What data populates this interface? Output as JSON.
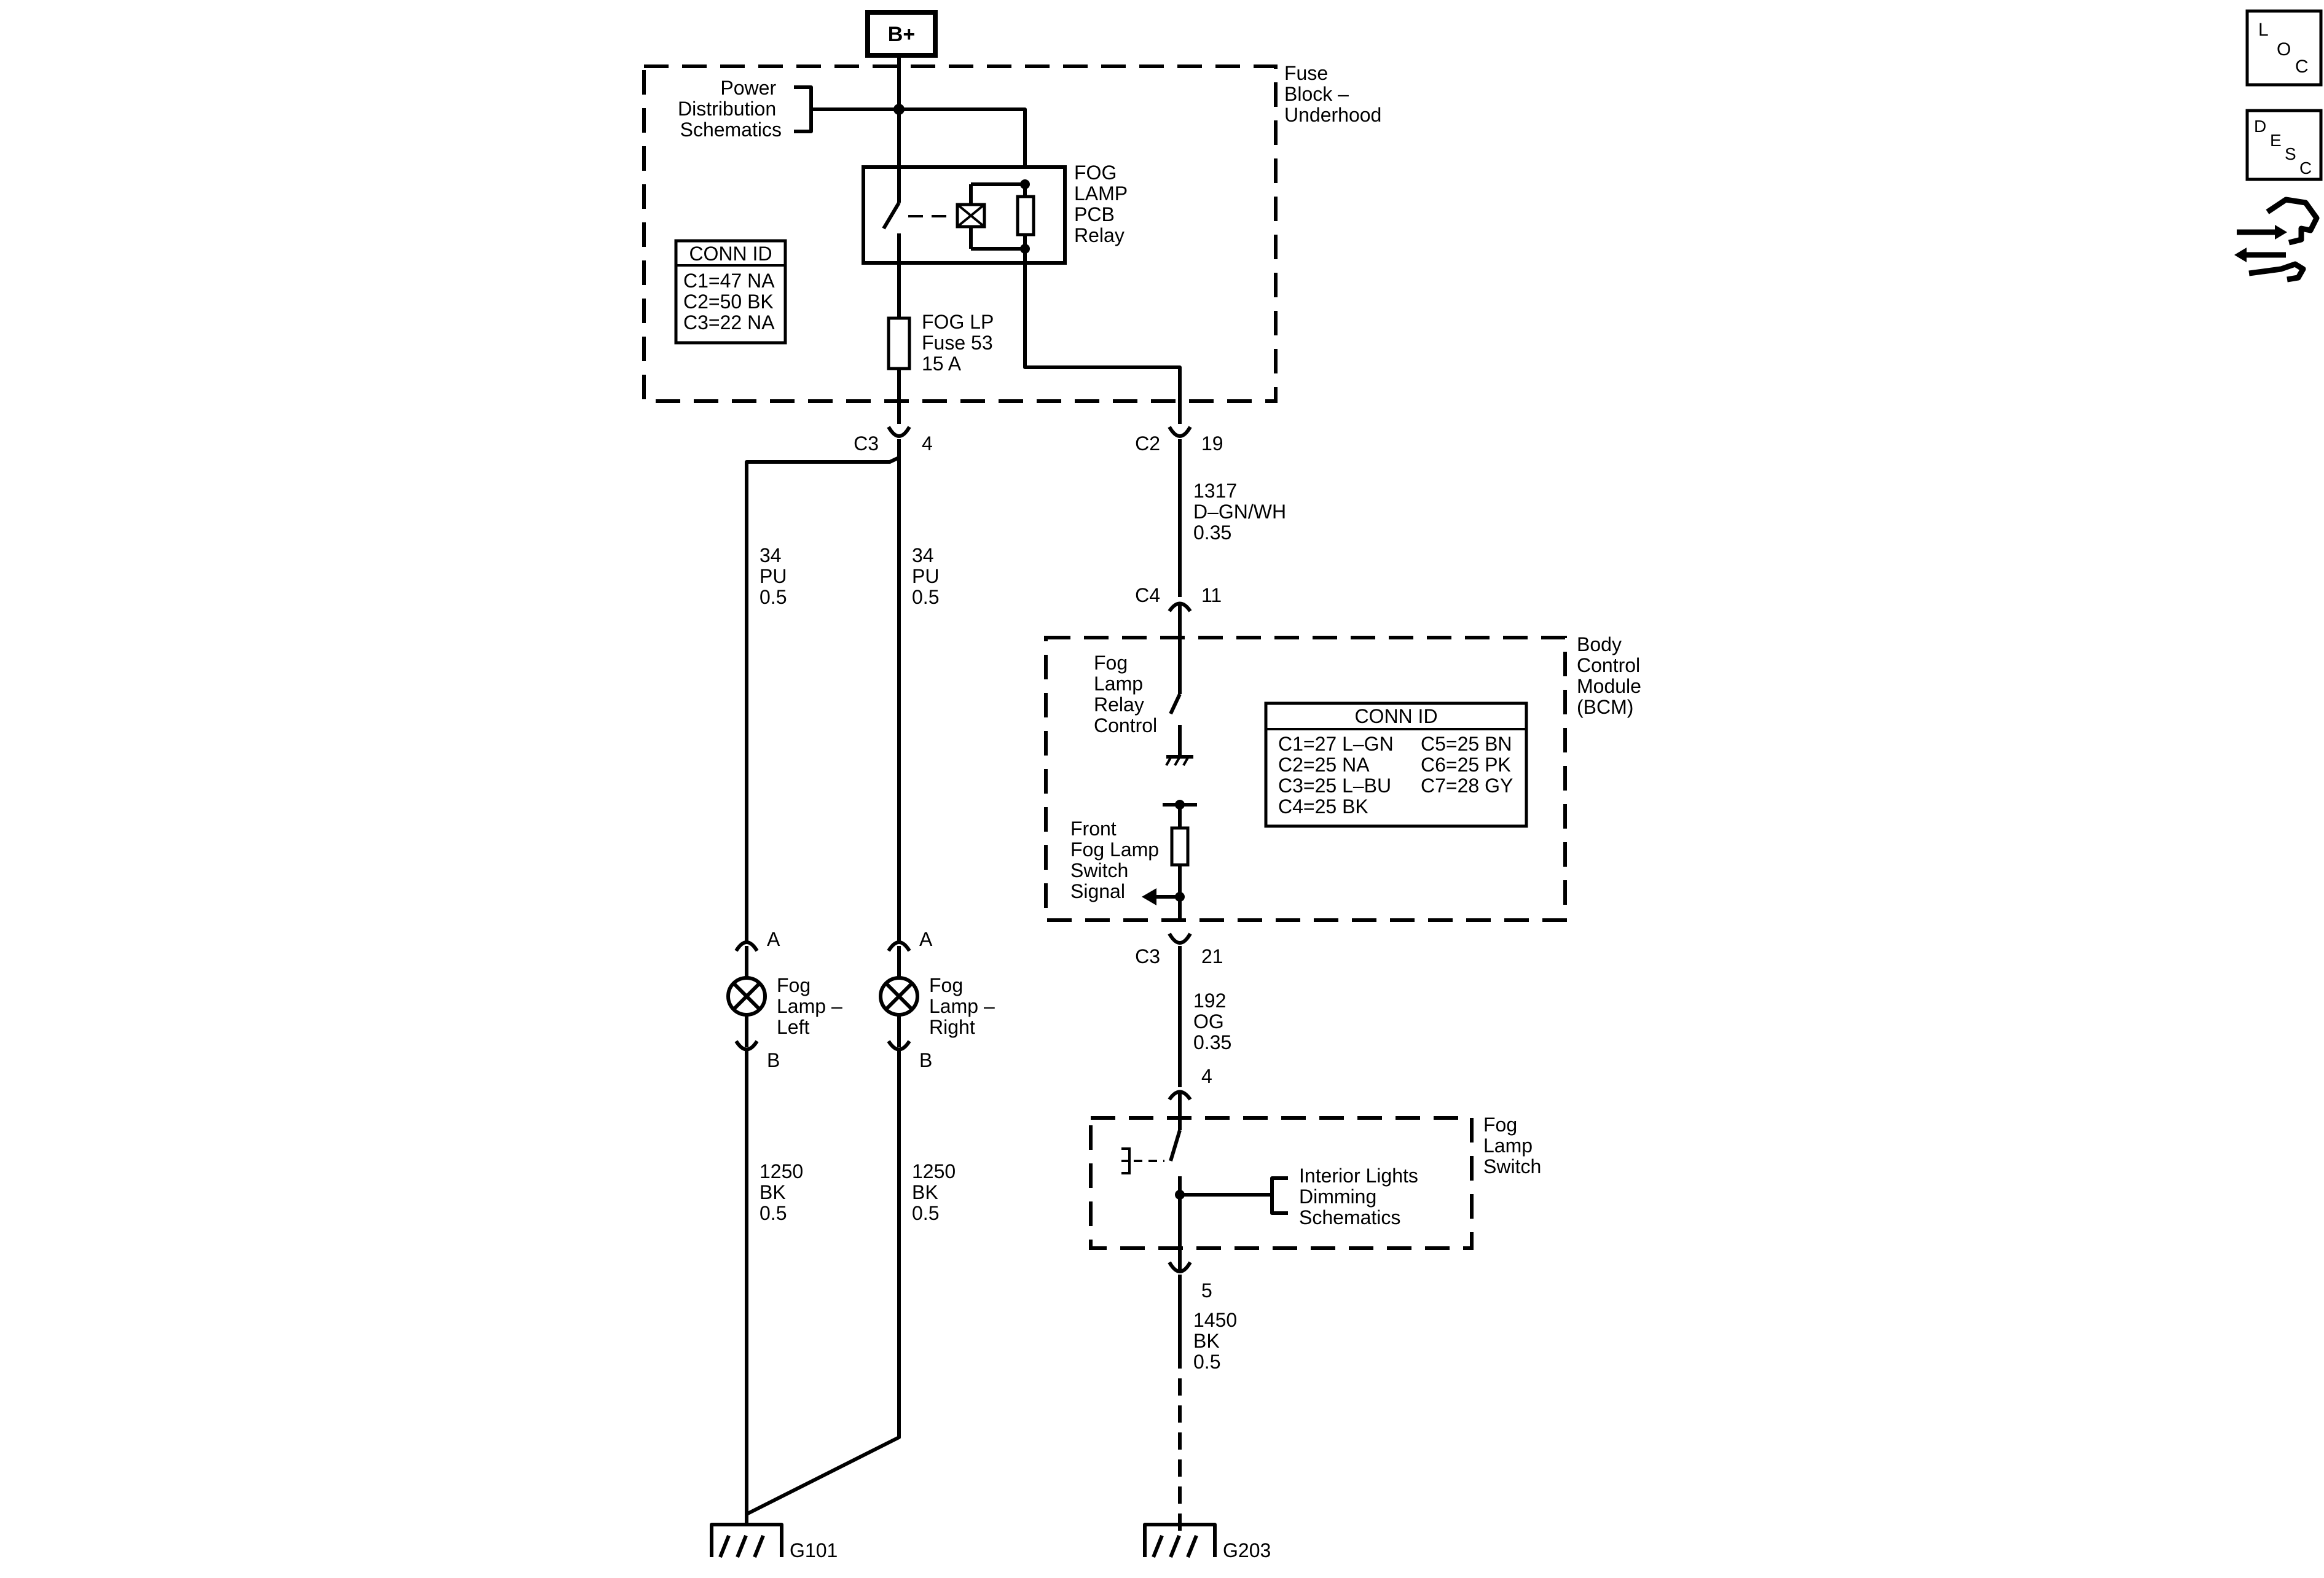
{
  "power": {
    "b_plus": "B+"
  },
  "fuse_block": {
    "title_lines": [
      "Fuse",
      "Block –",
      "Underhood"
    ],
    "power_dist_lines": [
      "Power",
      "Distribution",
      "Schematics"
    ],
    "relay_lines": [
      "FOG",
      "LAMP",
      "PCB",
      "Relay"
    ],
    "fuse_lines": [
      "FOG LP",
      "Fuse 53",
      "15 A"
    ],
    "conn_id": {
      "header": "CONN ID",
      "rows": [
        "C1=47 NA",
        "C2=50 BK",
        "C3=22 NA"
      ]
    }
  },
  "connectors": {
    "fb_c3": {
      "name": "C3",
      "pin": "4"
    },
    "fb_c2": {
      "name": "C2",
      "pin": "19"
    },
    "bcm_c4": {
      "name": "C4",
      "pin": "11"
    },
    "bcm_c3": {
      "name": "C3",
      "pin": "21"
    },
    "sw_in": {
      "pin": "4"
    },
    "sw_out": {
      "pin": "5"
    }
  },
  "wires": {
    "pu_left": [
      "34",
      "PU",
      "0.5"
    ],
    "pu_right": [
      "34",
      "PU",
      "0.5"
    ],
    "dgn": [
      "1317",
      "D–GN/WH",
      "0.35"
    ],
    "og": [
      "192",
      "OG",
      "0.35"
    ],
    "bk_left": [
      "1250",
      "BK",
      "0.5"
    ],
    "bk_right": [
      "1250",
      "BK",
      "0.5"
    ],
    "bk_switch": [
      "1450",
      "BK",
      "0.5"
    ]
  },
  "bcm": {
    "title_lines": [
      "Body",
      "Control",
      "Module",
      "(BCM)"
    ],
    "relay_control_lines": [
      "Fog",
      "Lamp",
      "Relay",
      "Control"
    ],
    "switch_signal_lines": [
      "Front",
      "Fog Lamp",
      "Switch",
      "Signal"
    ],
    "conn_id": {
      "header": "CONN ID",
      "left": [
        "C1=27 L–GN",
        "C2=25 NA",
        "C3=25 L–BU",
        "C4=25 BK"
      ],
      "right": [
        "C5=25 BN",
        "C6=25 PK",
        "C7=28 GY"
      ]
    }
  },
  "lamps": {
    "left": {
      "label_lines": [
        "Fog",
        "Lamp –",
        "Left"
      ],
      "pin_a": "A",
      "pin_b": "B"
    },
    "right": {
      "label_lines": [
        "Fog",
        "Lamp –",
        "Right"
      ],
      "pin_a": "A",
      "pin_b": "B"
    }
  },
  "switch": {
    "title_lines": [
      "Fog",
      "Lamp",
      "Switch"
    ],
    "dimming_lines": [
      "Interior Lights",
      "Dimming",
      "Schematics"
    ]
  },
  "grounds": {
    "left": "G101",
    "right": "G203"
  },
  "nav": {
    "loc": [
      "L",
      "O",
      "C"
    ],
    "desc": [
      "D",
      "E",
      "S",
      "C"
    ]
  }
}
